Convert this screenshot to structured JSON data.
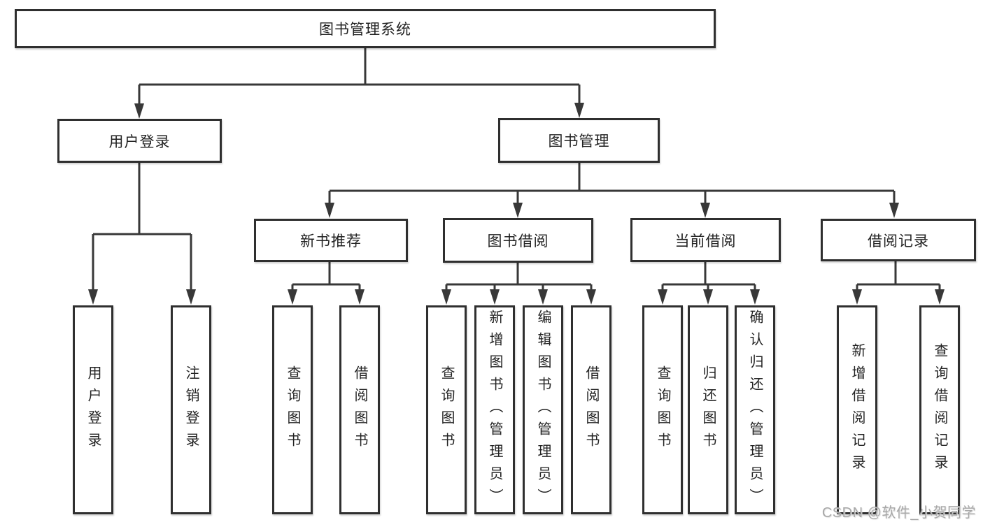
{
  "tree": {
    "root": {
      "label": "图书管理系统"
    },
    "branches": [
      {
        "label": "用户登录",
        "children": [
          {
            "label": "用户登录"
          },
          {
            "label": "注销登录"
          }
        ]
      },
      {
        "label": "图书管理",
        "children": [
          {
            "label": "新书推荐",
            "children": [
              {
                "label": "查询图书"
              },
              {
                "label": "借阅图书"
              }
            ]
          },
          {
            "label": "图书借阅",
            "children": [
              {
                "label": "查询图书"
              },
              {
                "label": "新增图书（管理员）"
              },
              {
                "label": "编辑图书（管理员）"
              },
              {
                "label": "借阅图书"
              }
            ]
          },
          {
            "label": "当前借阅",
            "children": [
              {
                "label": "查询图书"
              },
              {
                "label": "归还图书"
              },
              {
                "label": "确认归还（管理员）"
              }
            ]
          },
          {
            "label": "借阅记录",
            "children": [
              {
                "label": "新增借阅记录"
              },
              {
                "label": "查询借阅记录"
              }
            ]
          }
        ]
      }
    ]
  },
  "watermark": {
    "text": "CSDN @软件_小贺同学"
  },
  "colors": {
    "line": "#383838",
    "box_border": "#2f2f2f",
    "text": "#232323",
    "watermark": "#a8a8a8",
    "background": "#ffffff"
  }
}
